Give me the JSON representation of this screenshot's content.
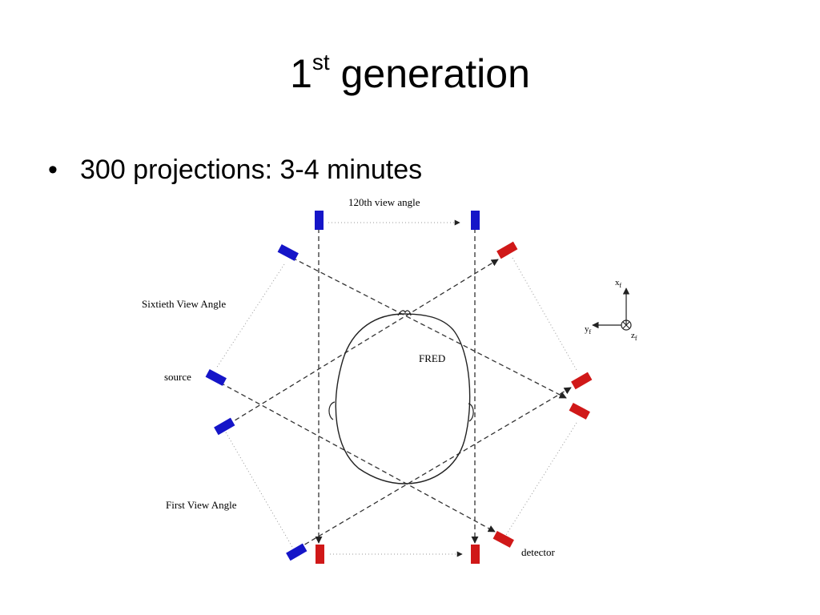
{
  "slide": {
    "title_prefix": "1",
    "title_sup": "st",
    "title_rest": " generation",
    "bullet": "300 projections: 3-4 minutes"
  },
  "diagram": {
    "labels": {
      "view_120": "120th view angle",
      "view_60": "Sixtieth View Angle",
      "source": "source",
      "fred": "FRED",
      "first_view": "First View Angle",
      "detector": "detector"
    },
    "axes": {
      "x": "x",
      "x_sub": "f",
      "y": "y",
      "y_sub": "f",
      "z": "z",
      "z_sub": "f"
    },
    "colors": {
      "source": "#1515c8",
      "detector": "#d01818"
    }
  }
}
